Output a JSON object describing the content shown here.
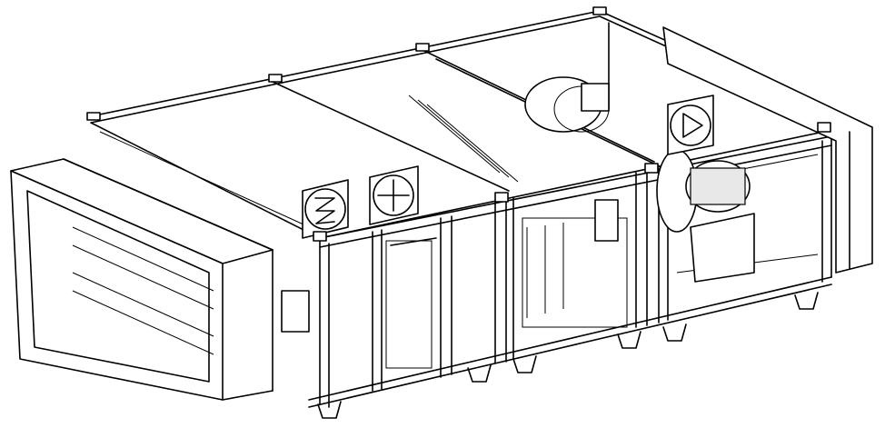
{
  "drawing": {
    "subject": "air-handling-unit",
    "symbols": [
      {
        "name": "heater-symbol",
        "icon": "zigzag-circle-icon"
      },
      {
        "name": "cooler-symbol",
        "icon": "plus-circle-icon"
      },
      {
        "name": "fan-symbol",
        "icon": "play-triangle-circle-icon"
      }
    ],
    "colors": {
      "line": "#000000",
      "background": "#ffffff"
    }
  }
}
